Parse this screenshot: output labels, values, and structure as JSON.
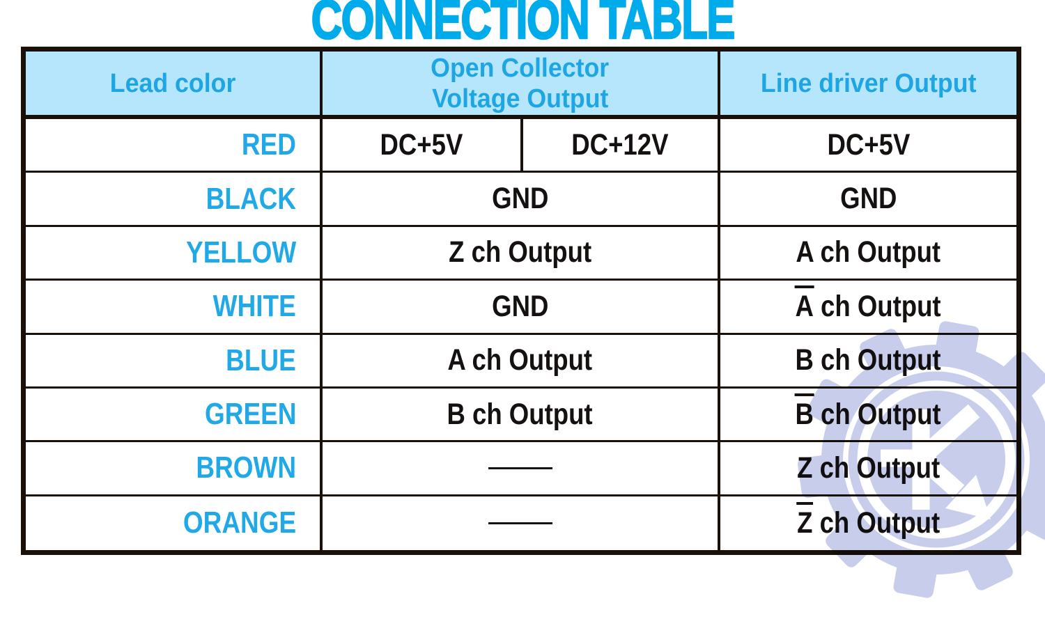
{
  "title": "CONNECTION TABLE",
  "colors": {
    "accent_cyan": "#00ABEC",
    "header_bg": "#B5E6FB",
    "header_text": "#1EA6E4",
    "lead_text": "#21A9E7",
    "value_text": "#151110",
    "grid_line": "#181009",
    "watermark": "#C7CDEB"
  },
  "table": {
    "headers": {
      "lead": "Lead color",
      "open_collector_line1": "Open Collector",
      "open_collector_line2": "Voltage Output",
      "line_driver": "Line driver Output"
    },
    "rows": [
      {
        "lead": "RED",
        "open_collector": {
          "split": [
            "DC+5V",
            "DC+12V"
          ]
        },
        "line_driver": {
          "text": "DC+5V"
        }
      },
      {
        "lead": "BLACK",
        "open_collector": {
          "text": "GND"
        },
        "line_driver": {
          "text": "GND"
        }
      },
      {
        "lead": "YELLOW",
        "open_collector": {
          "text": "Z ch Output"
        },
        "line_driver": {
          "text": "A ch Output"
        }
      },
      {
        "lead": "WHITE",
        "open_collector": {
          "text": "GND"
        },
        "line_driver": {
          "overline": "A",
          "rest": " ch Output"
        }
      },
      {
        "lead": "BLUE",
        "open_collector": {
          "text": "A ch Output"
        },
        "line_driver": {
          "text": "B ch Output"
        }
      },
      {
        "lead": "GREEN",
        "open_collector": {
          "text": "B ch Output"
        },
        "line_driver": {
          "overline": "B",
          "rest": " ch Output"
        }
      },
      {
        "lead": "BROWN",
        "open_collector": {
          "dash": true
        },
        "line_driver": {
          "text": "Z ch Output"
        }
      },
      {
        "lead": "ORANGE",
        "open_collector": {
          "dash": true
        },
        "line_driver": {
          "overline": "Z",
          "rest": " ch Output"
        }
      }
    ]
  }
}
